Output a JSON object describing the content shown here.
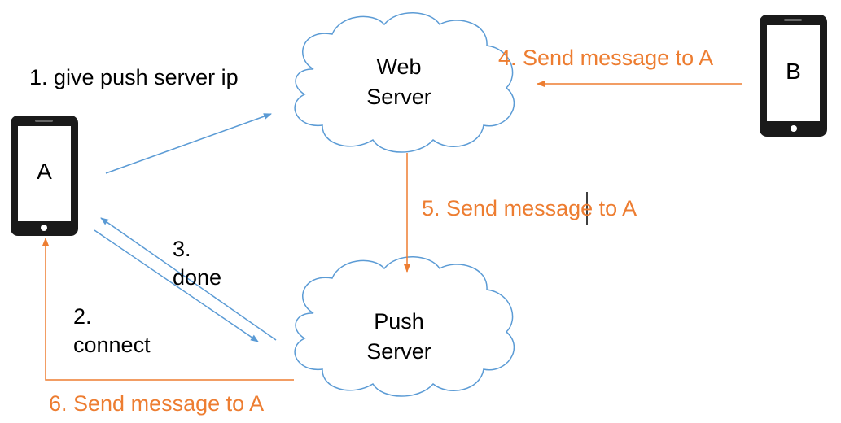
{
  "colors": {
    "cloud_stroke": "#5B9BD5",
    "arrow_blue": "#5B9BD5",
    "arrow_orange": "#ED7D31",
    "label_orange": "#ED7D31",
    "phone_body": "#1A1A1A"
  },
  "nodes": {
    "web_server": {
      "line1": "Web",
      "line2": "Server"
    },
    "push_server": {
      "line1": "Push",
      "line2": "Server"
    },
    "phone_a": {
      "label": "A"
    },
    "phone_b": {
      "label": "B"
    }
  },
  "edges": {
    "step1": "1. give push server ip",
    "step2_num": "2.",
    "step2_text": "connect",
    "step3_num": "3.",
    "step3_text": "done",
    "step4": "4. Send message to A",
    "step5": "5. Send message to A",
    "step6": "6. Send message to A"
  }
}
